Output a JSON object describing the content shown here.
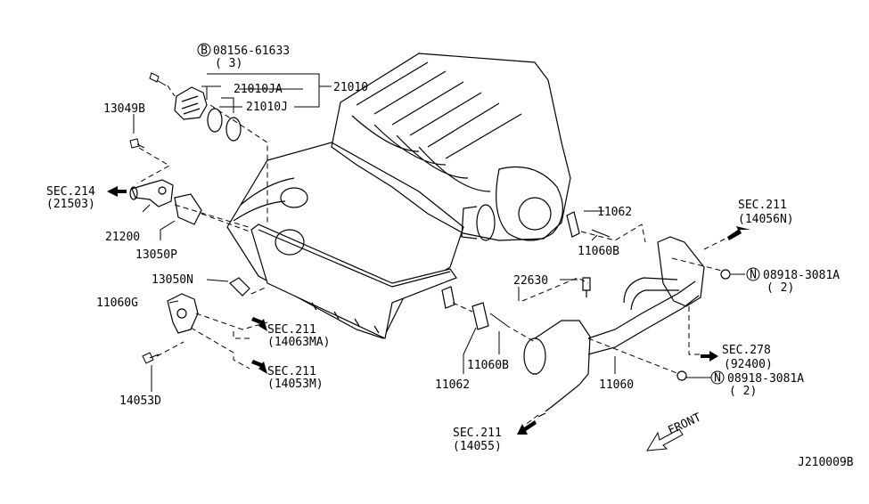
{
  "diagram": {
    "labels": {
      "bolt_b_part": "08156-61633",
      "bolt_b_qty": "( 3)",
      "part_21010": "21010",
      "part_21010JA": "21010JA",
      "part_21010J": "21010J",
      "part_13049B": "13049B",
      "sec214": "SEC.214",
      "sec214_ref": "(21503)",
      "part_21200": "21200",
      "part_13050P": "13050P",
      "part_13050N": "13050N",
      "part_11060G": "11060G",
      "part_14053D": "14053D",
      "sec211_a": "SEC.211",
      "sec211_a_ref": "(14063MA)",
      "sec211_b": "SEC.211",
      "sec211_b_ref": "(14053M)",
      "part_11062_a": "11062",
      "part_11060B_a": "11060B",
      "part_22630": "22630",
      "part_11062_b": "11062",
      "part_11060B_b": "11060B",
      "part_11060": "11060",
      "sec211_c": "SEC.211",
      "sec211_c_ref": "(14056N)",
      "nut_n1_part": "08918-3081A",
      "nut_n1_qty": "( 2)",
      "sec278": "SEC.278",
      "sec278_ref": "(92400)",
      "nut_n2_part": "08918-3081A",
      "nut_n2_qty": "( 2)",
      "sec211_d": "SEC.211",
      "sec211_d_ref": "(14055)",
      "front": "FRONT",
      "diagram_id": "J210009B",
      "circle_b": "B",
      "circle_n": "N"
    }
  }
}
